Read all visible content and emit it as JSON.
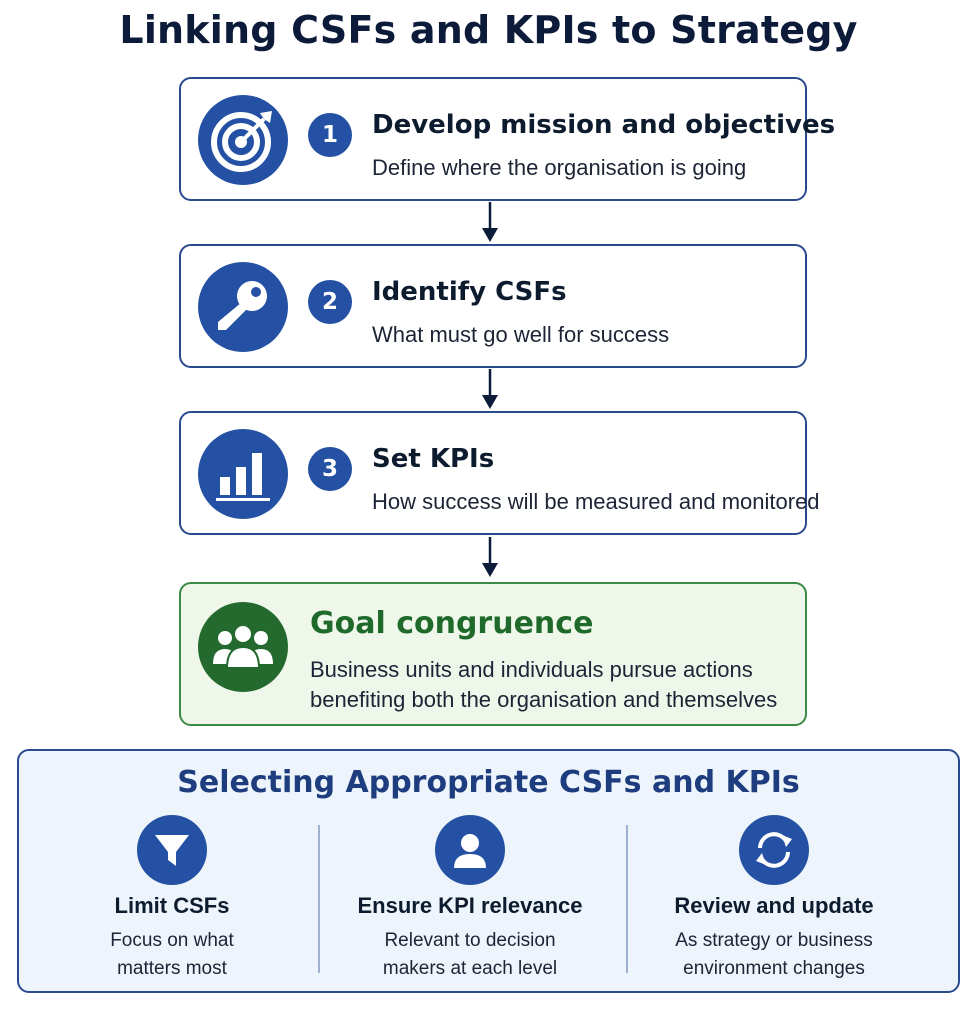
{
  "title": "Linking CSFs and KPIs to Strategy",
  "steps": [
    {
      "number": "1",
      "title": "Develop mission and objectives",
      "description": "Define where the organisation is going",
      "icon": "target-icon"
    },
    {
      "number": "2",
      "title": "Identify CSFs",
      "description": "What must go well for success",
      "icon": "key-icon"
    },
    {
      "number": "3",
      "title": "Set KPIs",
      "description": "How success will be measured and monitored",
      "icon": "bar-chart-icon"
    }
  ],
  "goal": {
    "title": "Goal congruence",
    "description_lines": [
      "Business units and individuals pursue actions",
      "benefiting both the organisation and themselves"
    ],
    "icon": "people-group-icon"
  },
  "selecting": {
    "title": "Selecting Appropriate CSFs and KPIs",
    "items": [
      {
        "title": "Limit CSFs",
        "description_lines": [
          "Focus on what",
          "matters most"
        ],
        "icon": "funnel-icon"
      },
      {
        "title": "Ensure KPI relevance",
        "description_lines": [
          "Relevant to decision",
          "makers at each level"
        ],
        "icon": "user-icon"
      },
      {
        "title": "Review and update",
        "description_lines": [
          "As strategy or business",
          "environment changes"
        ],
        "icon": "refresh-icon"
      }
    ]
  },
  "colors": {
    "primary_blue": "#2451a3",
    "border_blue": "#2a4a8f",
    "goal_green": "#24692e",
    "goal_bg": "#eef7ea",
    "select_bg": "#eef4fc"
  }
}
